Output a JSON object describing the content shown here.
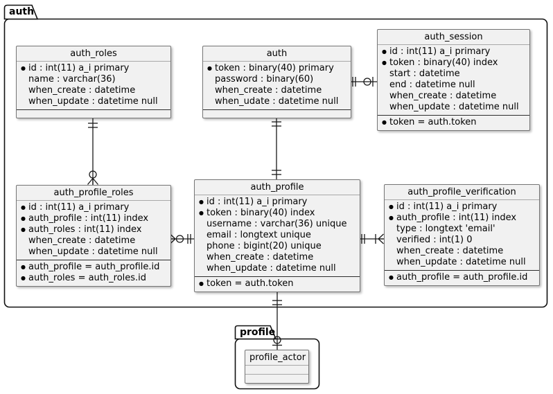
{
  "packages": {
    "auth": {
      "label": "auth"
    },
    "profile": {
      "label": "profile"
    }
  },
  "tables": {
    "auth_roles": {
      "title": "auth_roles",
      "attributes": [
        {
          "bullet": "●",
          "text": "id : int(11) a_i primary"
        },
        {
          "bullet": "",
          "text": "name : varchar(36)"
        },
        {
          "bullet": "",
          "text": "when_create : datetime"
        },
        {
          "bullet": "",
          "text": "when_update : datetime null"
        }
      ],
      "constraints": []
    },
    "auth": {
      "title": "auth",
      "attributes": [
        {
          "bullet": "●",
          "text": "token : binary(40) primary"
        },
        {
          "bullet": "",
          "text": "password : binary(60)"
        },
        {
          "bullet": "",
          "text": "when_create : datetime"
        },
        {
          "bullet": "",
          "text": "when_udate : datetime null"
        }
      ],
      "constraints": []
    },
    "auth_session": {
      "title": "auth_session",
      "attributes": [
        {
          "bullet": "●",
          "text": "id : int(11) a_i primary"
        },
        {
          "bullet": "●",
          "text": "token : binary(40) index"
        },
        {
          "bullet": "",
          "text": "start : datetime"
        },
        {
          "bullet": "",
          "text": "end : datetime null"
        },
        {
          "bullet": "",
          "text": "when_create : datetime"
        },
        {
          "bullet": "",
          "text": "when_update : datetime null"
        }
      ],
      "constraints": [
        {
          "bullet": "●",
          "text": "token = auth.token"
        }
      ]
    },
    "auth_profile_roles": {
      "title": "auth_profile_roles",
      "attributes": [
        {
          "bullet": "●",
          "text": "id : int(11) a_i primary"
        },
        {
          "bullet": "●",
          "text": "auth_profile : int(11) index"
        },
        {
          "bullet": "●",
          "text": "auth_roles : int(11) index"
        },
        {
          "bullet": "",
          "text": "when_create : datetime"
        },
        {
          "bullet": "",
          "text": "when_update : datetime null"
        }
      ],
      "constraints": [
        {
          "bullet": "●",
          "text": "auth_profile = auth_profile.id"
        },
        {
          "bullet": "●",
          "text": "auth_roles = auth_roles.id"
        }
      ]
    },
    "auth_profile": {
      "title": "auth_profile",
      "attributes": [
        {
          "bullet": "●",
          "text": "id : int(11) a_i primary"
        },
        {
          "bullet": "●",
          "text": "token : binary(40) index"
        },
        {
          "bullet": "",
          "text": "username : varchar(36) unique"
        },
        {
          "bullet": "",
          "text": "email : longtext unique"
        },
        {
          "bullet": "",
          "text": "phone : bigint(20) unique"
        },
        {
          "bullet": "",
          "text": "when_create : datetime"
        },
        {
          "bullet": "",
          "text": "when_update : datetime null"
        }
      ],
      "constraints": [
        {
          "bullet": "●",
          "text": "token = auth.token"
        }
      ]
    },
    "auth_profile_verification": {
      "title": "auth_profile_verification",
      "attributes": [
        {
          "bullet": "●",
          "text": "id : int(11) a_i primary"
        },
        {
          "bullet": "●",
          "text": "auth_profile : int(11) index"
        },
        {
          "bullet": "",
          "text": "type : longtext 'email'"
        },
        {
          "bullet": "",
          "text": "verified : int(1) 0"
        },
        {
          "bullet": "",
          "text": "when_create : datetime"
        },
        {
          "bullet": "",
          "text": "when_update : datetime null"
        }
      ],
      "constraints": [
        {
          "bullet": "●",
          "text": "auth_profile = auth_profile.id"
        }
      ]
    },
    "profile_actor": {
      "title": "profile_actor",
      "attributes": [],
      "constraints": []
    }
  },
  "relations": [
    {
      "from": "auth_roles",
      "to": "auth_profile_roles",
      "from_end": "exactly-one",
      "to_end": "zero-or-many"
    },
    {
      "from": "auth",
      "to": "auth_profile",
      "from_end": "exactly-one",
      "to_end": "exactly-one"
    },
    {
      "from": "auth",
      "to": "auth_session",
      "from_end": "exactly-one",
      "to_end": "zero-or-one"
    },
    {
      "from": "auth_profile_roles",
      "to": "auth_profile",
      "from_end": "zero-or-many",
      "to_end": "exactly-one"
    },
    {
      "from": "auth_profile",
      "to": "auth_profile_verification",
      "from_end": "exactly-one",
      "to_end": "one-or-many"
    },
    {
      "from": "auth_profile",
      "to": "profile_actor",
      "from_end": "exactly-one",
      "to_end": "zero-or-one"
    }
  ],
  "colors": {
    "background": "#ffffff",
    "entity_fill": "#f1f1f1",
    "entity_border": "#757575",
    "package_border": "#101010",
    "relation_line": "#181818"
  }
}
